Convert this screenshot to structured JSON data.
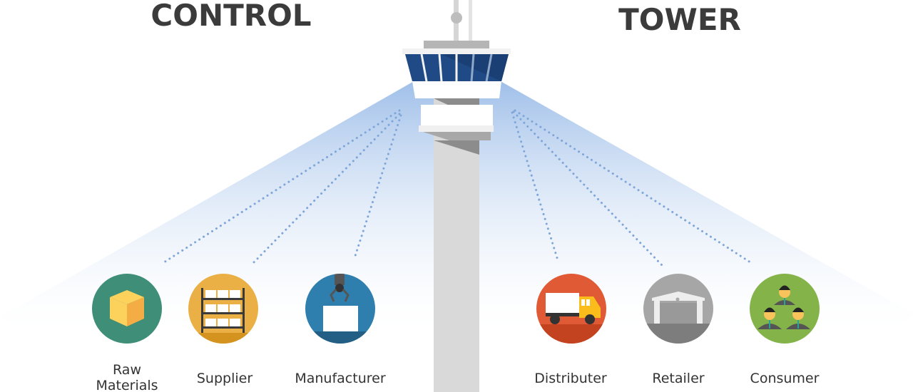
{
  "title": {
    "left": "CONTROL",
    "right": "TOWER"
  },
  "nodes": [
    {
      "label_line1": "Raw",
      "label_line2": "Materials",
      "icon": "box-icon",
      "color": "#3f8f78"
    },
    {
      "label": "Supplier",
      "icon": "shelves-icon",
      "color": "#eab045"
    },
    {
      "label": "Manufacturer",
      "icon": "robot-arm-icon",
      "color": "#2f7fae"
    },
    {
      "label": "Distributer",
      "icon": "truck-icon",
      "color": "#e05a35"
    },
    {
      "label": "Retailer",
      "icon": "warehouse-icon",
      "color": "#a6a6a6"
    },
    {
      "label": "Consumer",
      "icon": "people-icon",
      "color": "#84b34a"
    }
  ],
  "colors": {
    "beam": "#a9c6ec",
    "window": "#1f4a86",
    "shaft": "#d9d9d9",
    "text": "#3b3b3b"
  }
}
